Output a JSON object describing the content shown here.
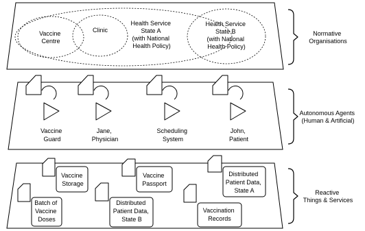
{
  "layers": [
    {
      "label": [
        "Normative",
        "Organisations"
      ],
      "organisations": [
        {
          "lines": [
            "Vaccine",
            "Centre"
          ]
        },
        {
          "lines": [
            "Clinic"
          ]
        },
        {
          "lines": [
            "Health Service",
            "State A",
            "(with National",
            "Health Policy)"
          ]
        },
        {
          "lines": [
            "Health Service",
            "State B",
            "(with National",
            "Health Policy)"
          ]
        }
      ]
    },
    {
      "label": [
        "Autonomous Agents",
        "(Human & Artificial)"
      ],
      "agents": [
        {
          "lines": [
            "Vaccine",
            "Guard"
          ]
        },
        {
          "lines": [
            "Jane,",
            "Physician"
          ]
        },
        {
          "lines": [
            "Scheduling",
            "System"
          ]
        },
        {
          "lines": [
            "John,",
            "Patient"
          ]
        }
      ]
    },
    {
      "label": [
        "Reactive",
        "Things & Services"
      ],
      "things": [
        {
          "lines": [
            "Vaccine",
            "Storage"
          ]
        },
        {
          "lines": [
            "Vaccine",
            "Passport"
          ]
        },
        {
          "lines": [
            "Distributed",
            "Patient Data,",
            "State A"
          ]
        },
        {
          "lines": [
            "Batch of",
            "Vaccine",
            "Doses"
          ]
        },
        {
          "lines": [
            "Distributed",
            "Patient Data,",
            "State B"
          ]
        },
        {
          "lines": [
            "Vaccination",
            "Records"
          ]
        }
      ]
    }
  ]
}
